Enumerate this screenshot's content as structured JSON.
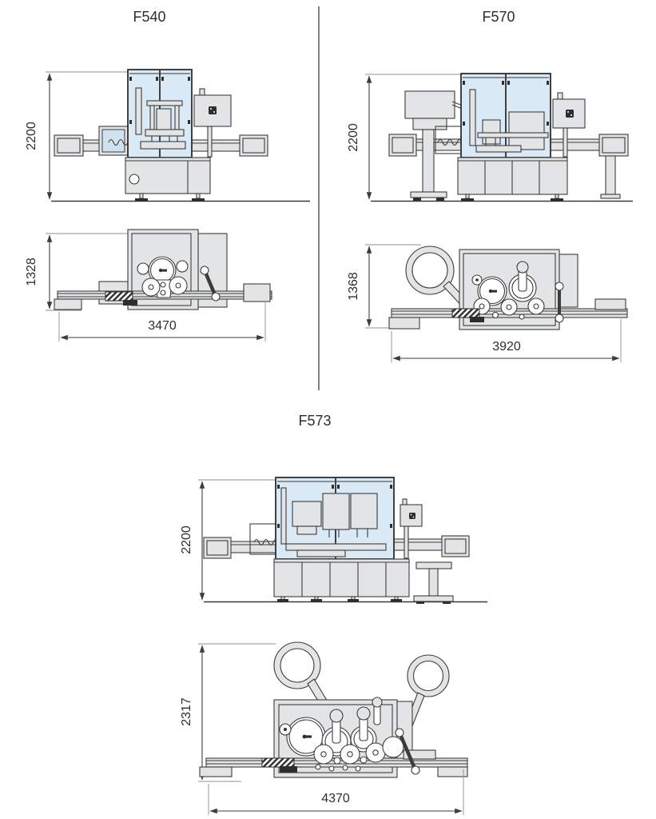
{
  "page": {
    "background": "#ffffff",
    "colors": {
      "line": "#3c3c3c",
      "part_gray": "#e3e4e5",
      "glass_blue": "#d9e9f5",
      "white": "#ffffff",
      "text": "#2e2e2e"
    }
  },
  "machines": [
    {
      "id": "f540",
      "title": "F540",
      "views": {
        "side": {
          "height_mm": "2200"
        },
        "top": {
          "depth_mm": "1328",
          "width_mm": "3470"
        }
      }
    },
    {
      "id": "f570",
      "title": "F570",
      "views": {
        "side": {
          "height_mm": "2200"
        },
        "top": {
          "depth_mm": "1368",
          "width_mm": "3920"
        }
      }
    },
    {
      "id": "f573",
      "title": "F573",
      "views": {
        "side": {
          "height_mm": "2200"
        },
        "top": {
          "depth_mm": "2317",
          "width_mm": "4370"
        }
      }
    }
  ]
}
